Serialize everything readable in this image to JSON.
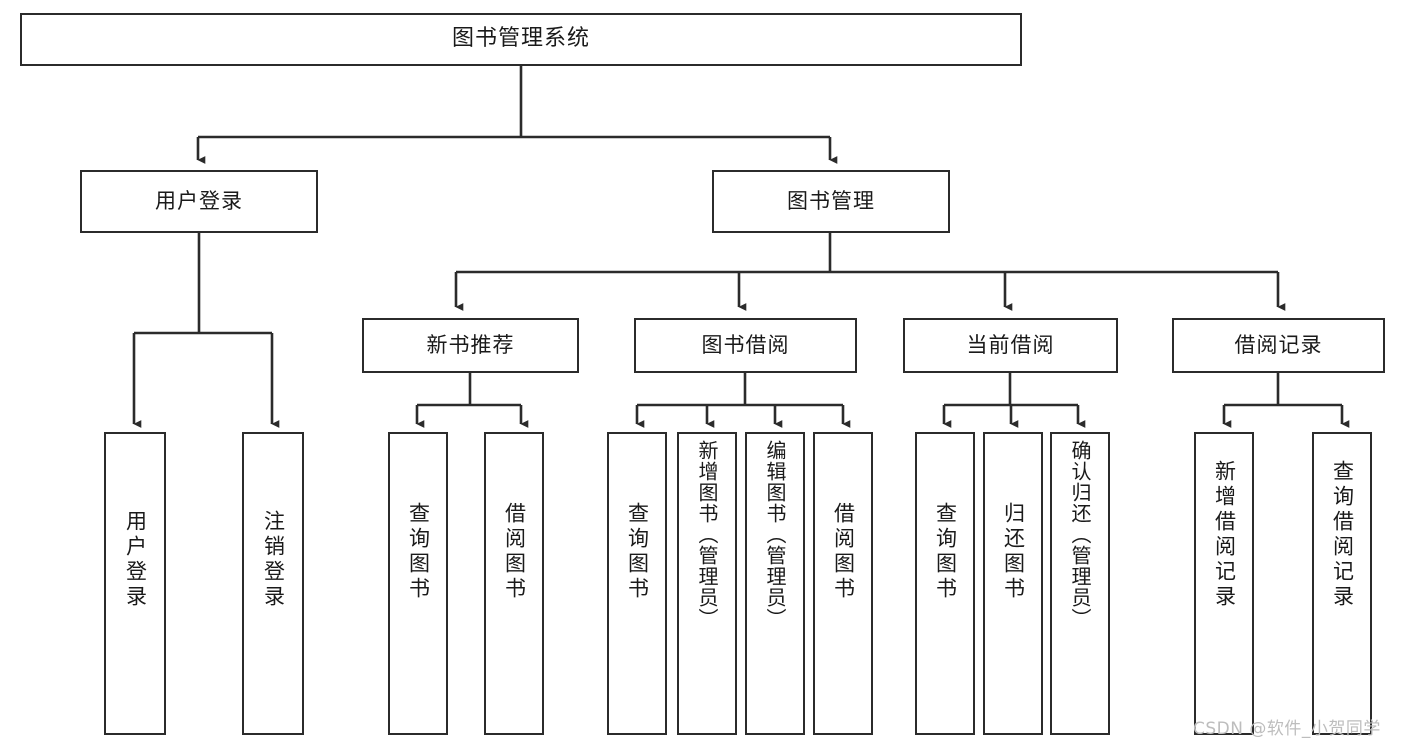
{
  "diagram": {
    "type": "tree-hierarchy",
    "title": "图书管理系统",
    "root": {
      "label": "图书管理系统"
    },
    "level1": [
      {
        "id": "user-login",
        "label": "用户登录"
      },
      {
        "id": "book-management",
        "label": "图书管理"
      }
    ],
    "level2": [
      {
        "id": "new-book-recommend",
        "label": "新书推荐",
        "parent": "book-management"
      },
      {
        "id": "book-borrow",
        "label": "图书借阅",
        "parent": "book-management"
      },
      {
        "id": "current-borrow",
        "label": "当前借阅",
        "parent": "book-management"
      },
      {
        "id": "borrow-record",
        "label": "借阅记录",
        "parent": "book-management"
      }
    ],
    "leaves": [
      {
        "id": "leaf-user-login",
        "label": "用户登录",
        "parent": "user-login"
      },
      {
        "id": "leaf-logout-login",
        "label": "注销登录",
        "parent": "user-login"
      },
      {
        "id": "leaf-query-book-1",
        "label": "查询图书",
        "parent": "new-book-recommend"
      },
      {
        "id": "leaf-borrow-book-1",
        "label": "借阅图书",
        "parent": "new-book-recommend"
      },
      {
        "id": "leaf-query-book-2",
        "label": "查询图书",
        "parent": "book-borrow"
      },
      {
        "id": "leaf-add-book",
        "label": "新增图书（管理员）",
        "parent": "book-borrow"
      },
      {
        "id": "leaf-edit-book",
        "label": "编辑图书（管理员）",
        "parent": "book-borrow"
      },
      {
        "id": "leaf-borrow-book-2",
        "label": "借阅图书",
        "parent": "book-borrow"
      },
      {
        "id": "leaf-query-book-3",
        "label": "查询图书",
        "parent": "current-borrow"
      },
      {
        "id": "leaf-return-book",
        "label": "归还图书",
        "parent": "current-borrow"
      },
      {
        "id": "leaf-confirm-return",
        "label": "确认归还（管理员）",
        "parent": "current-borrow"
      },
      {
        "id": "leaf-add-record",
        "label": "新增借阅记录",
        "parent": "borrow-record"
      },
      {
        "id": "leaf-query-record",
        "label": "查询借阅记录",
        "parent": "borrow-record"
      }
    ],
    "colors": {
      "stroke": "#2b2b2b",
      "fill": "#ffffff",
      "text": "#1a1a1a",
      "watermark": "#bdbdbd"
    }
  },
  "watermark": {
    "text": "CSDN @软件_小贺同学"
  }
}
